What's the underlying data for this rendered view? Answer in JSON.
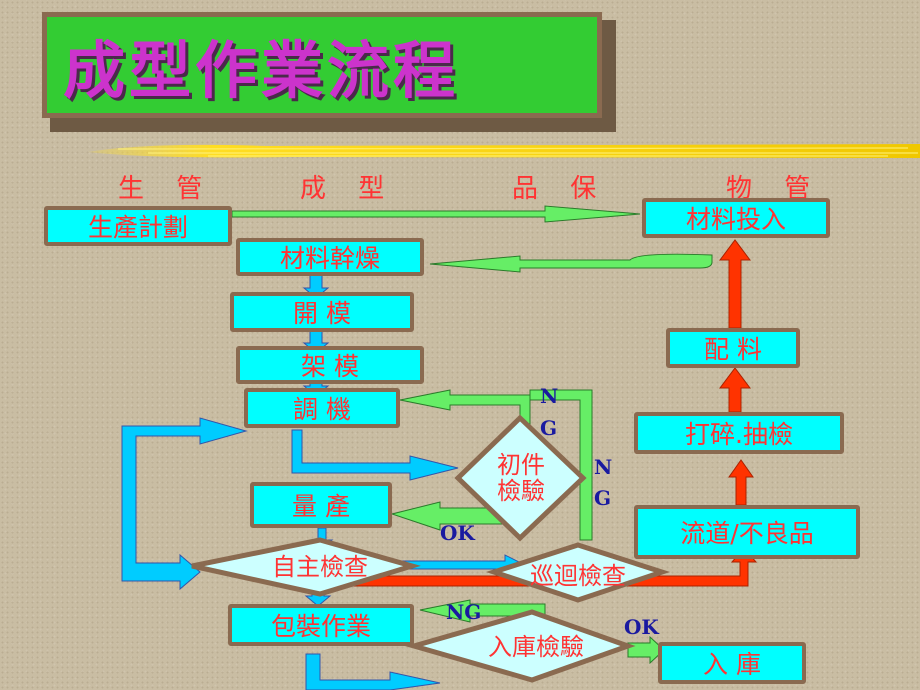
{
  "title": "成型作業流程",
  "columns": {
    "c1": "生 管",
    "c2": "成 型",
    "c3": "品 保",
    "c4": "物 管"
  },
  "boxes": {
    "plan": "生產計劃",
    "material_input": "材料投入",
    "drying": "材料幹燥",
    "open_mold": "開 模",
    "mount_mold": "架 模",
    "adjust": "調 機",
    "mass": "量 產",
    "packing": "包裝作業",
    "warehouse": "入 庫",
    "dispense": "配 料",
    "crush": "打碎.抽檢",
    "flow_reject": "流道/不良品"
  },
  "diamonds": {
    "first_article": "初件\n檢驗",
    "self_check": "自主檢查",
    "patrol": "巡迴檢查",
    "warehouse_check": "入庫檢驗"
  },
  "labels": {
    "ng1_n": "N",
    "ng1_g": "G",
    "ng2_n": "N",
    "ng2_g": "G",
    "ok1": "OK",
    "ng3": "NG",
    "ok2": "OK"
  },
  "colors": {
    "title_bg": "#33cc33",
    "title_text": "#cc33cc",
    "box_bg": "#00ffff",
    "box_border": "#8a6a50",
    "text_red": "#ff3333",
    "arrow_green": "#66ee66",
    "arrow_red": "#ff3300",
    "arrow_cyan": "#00ccff",
    "label_blue": "#1a1aa0"
  }
}
